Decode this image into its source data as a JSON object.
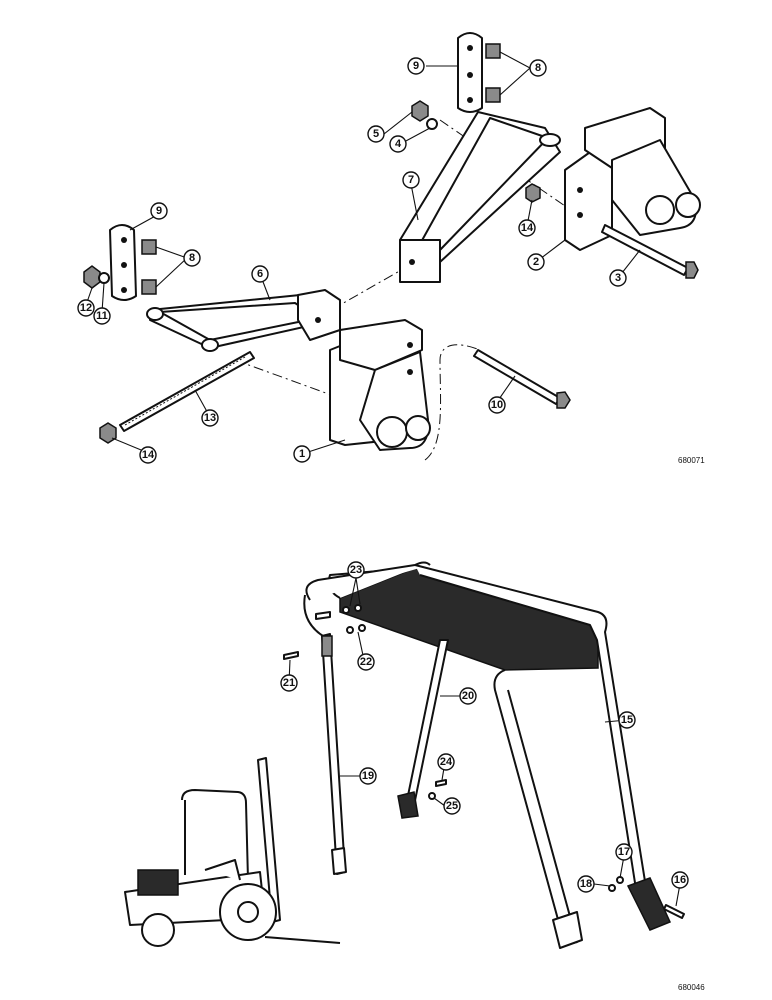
{
  "figure_top": {
    "figure_number": "680071",
    "callouts": [
      "1",
      "2",
      "3",
      "4",
      "5",
      "6",
      "7",
      "8",
      "8",
      "9",
      "9",
      "10",
      "11",
      "12",
      "13",
      "14",
      "14"
    ]
  },
  "figure_bottom": {
    "figure_number": "680046",
    "callouts": [
      "15",
      "16",
      "17",
      "18",
      "19",
      "20",
      "21",
      "22",
      "23",
      "24",
      "25"
    ]
  }
}
